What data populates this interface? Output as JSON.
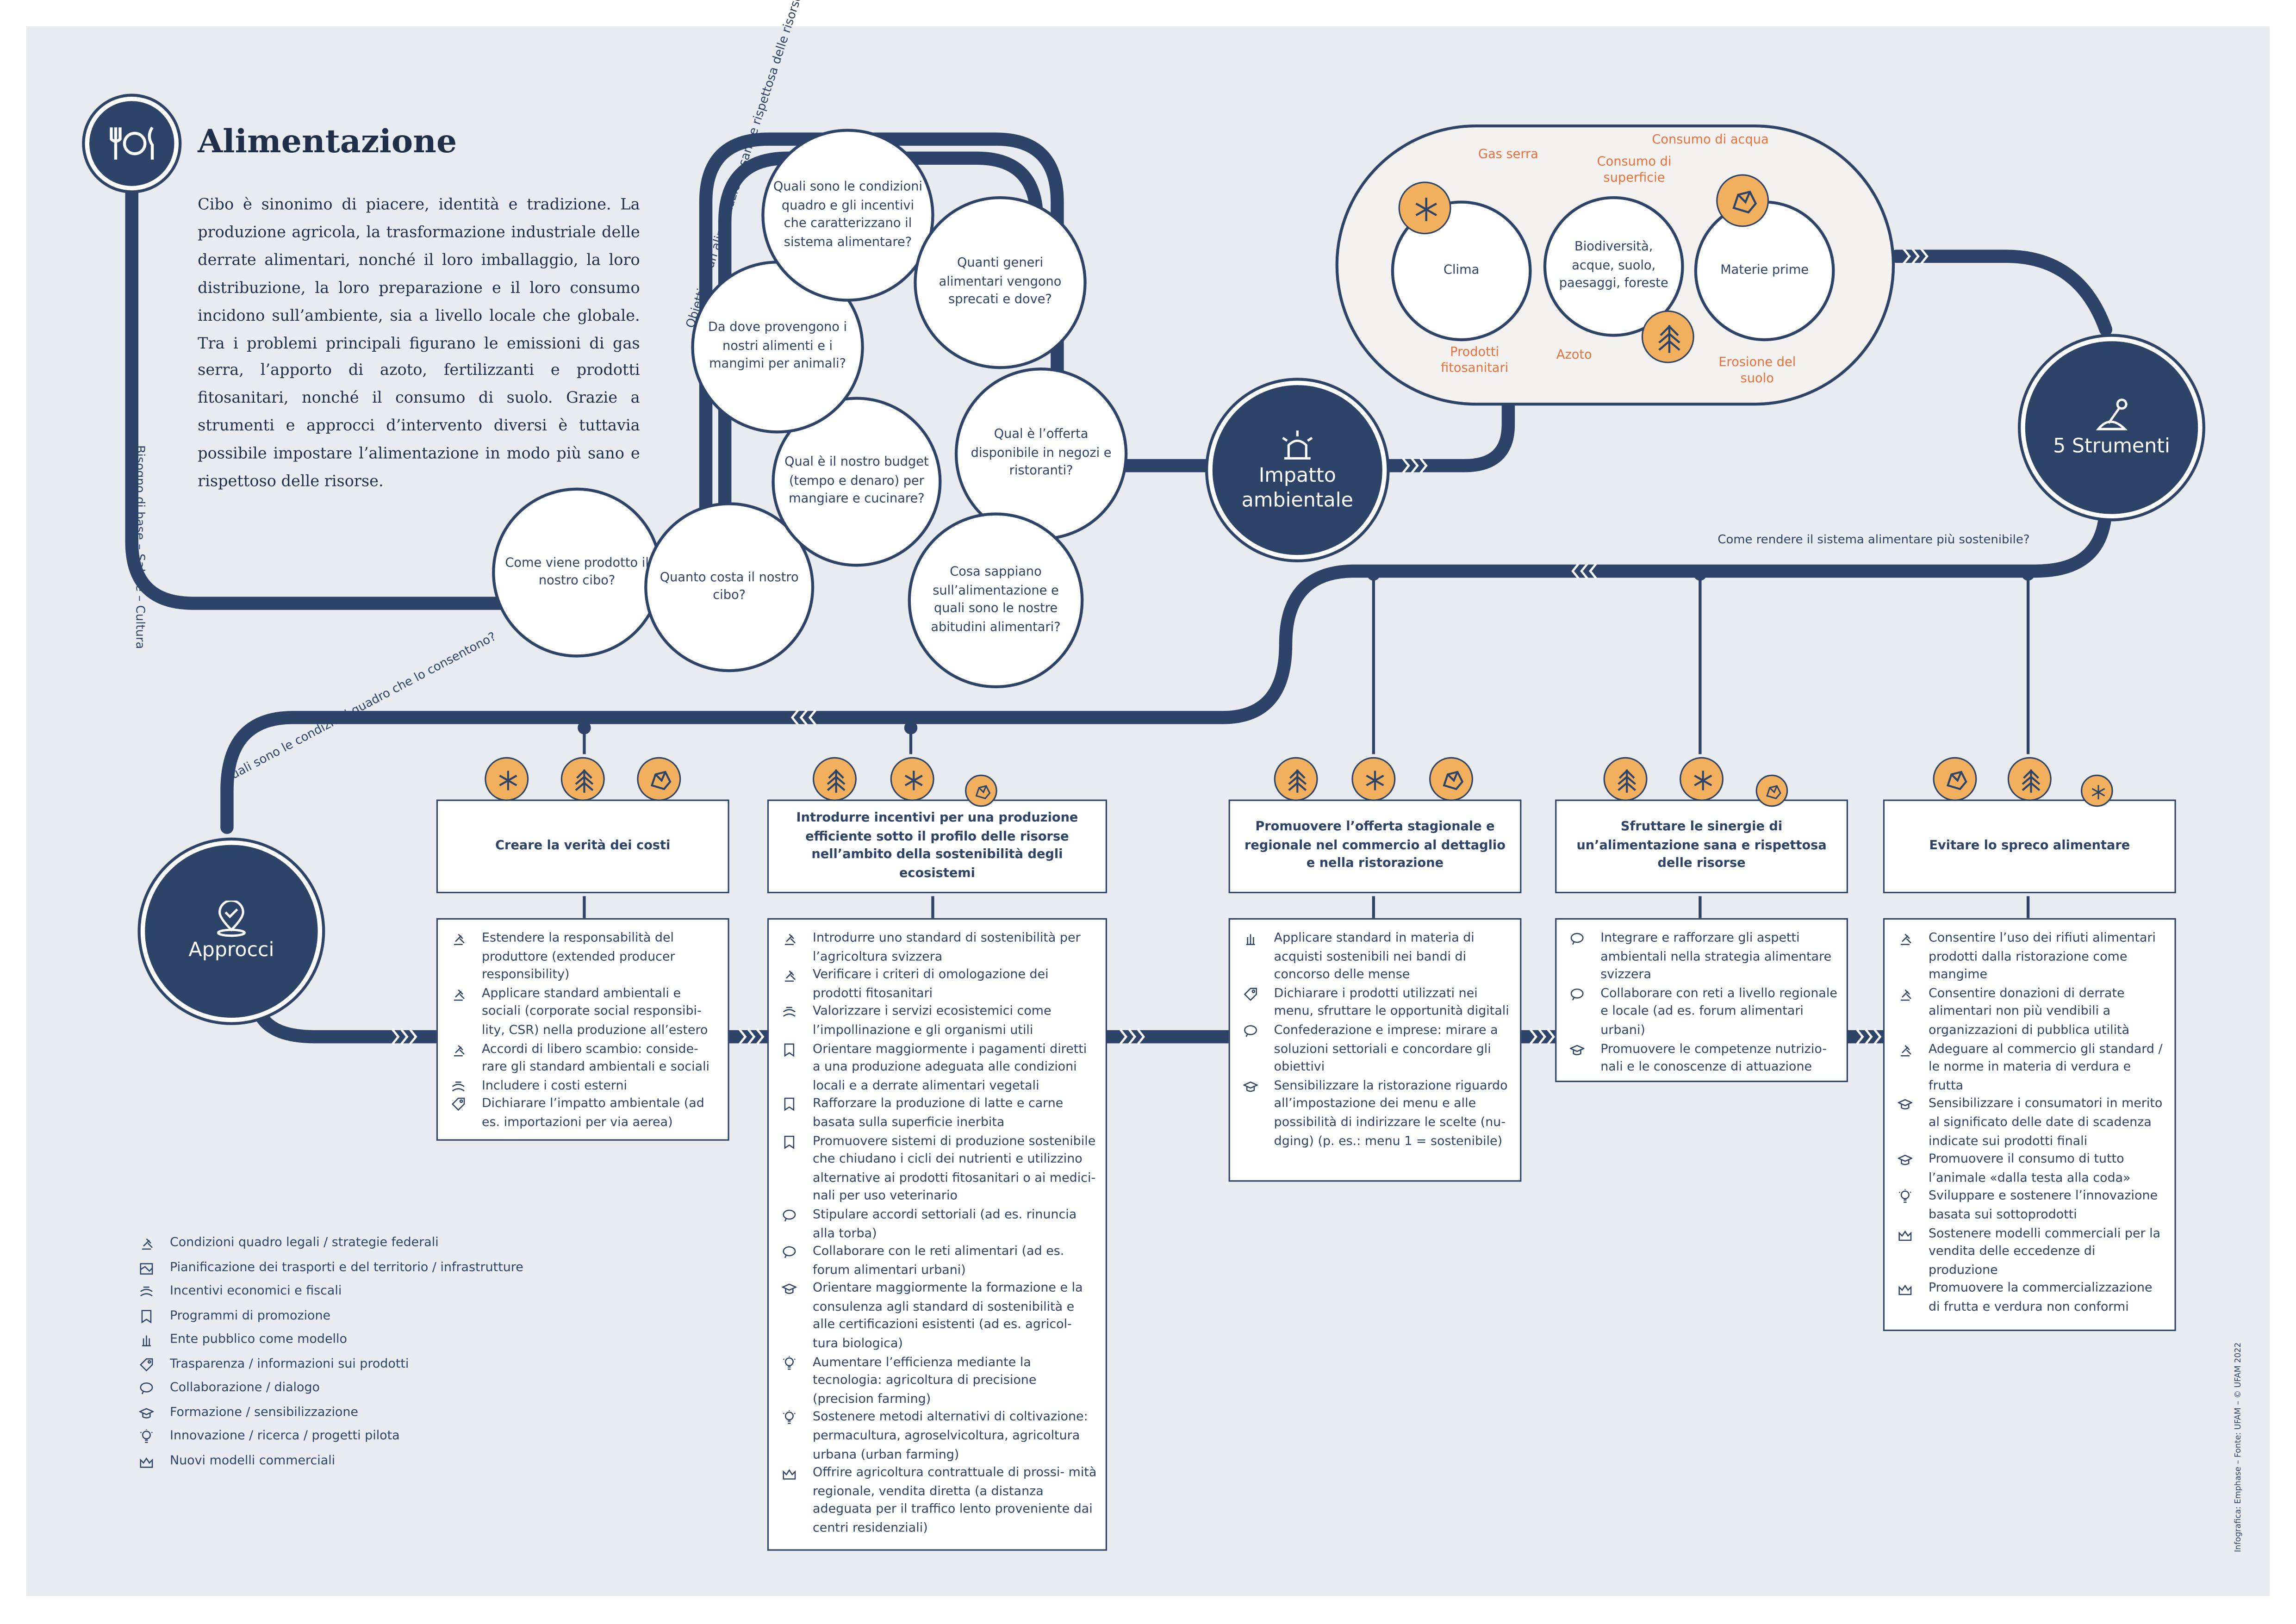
{
  "header": {
    "title": "Alimentazione",
    "intro": "Cibo è sinonimo di piacere, identità e tradizione. La produzione agricola, la trasformazione industriale delle derrate alimentari, nonché il loro imballaggio, la loro distribuzione, la loro preparazione e il loro consumo incidono sull’ambiente, sia a livello locale che globale. Tra i problemi principali figurano le emissioni di gas serra, l’apporto di azoto, fertilizzanti e prodotti fitosanitari, nonché il consumo di suolo. Grazie a strumenti e approcci d’intervento diversi è tuttavia possibile impostare l’alimentazione in modo più sano e rispettoso delle risorse."
  },
  "path_labels": {
    "need": "Bisogno di base – Salute – Cultura",
    "goal": "Obiettivo: un’alimentazione sana e rispettosa delle risorse per tutti",
    "how": "Come rendere il sistema alimentare più sostenibile?",
    "conditions": "Quali sono le condizioni quadro che lo consentono?"
  },
  "questions": [
    "Come viene prodotto il nostro cibo?",
    "Quanto costa il nostro cibo?",
    "Qual è il nostro budget (tempo e denaro) per mangiare e cucinare?",
    "Da dove provengono i nostri alimenti e i mangimi per animali?",
    "Quali sono le condizioni quadro e gli incentivi che caratterizzano il sistema alimentare?",
    "Quanti generi alimentari vengono sprecati e dove?",
    "Qual è l’offerta disponibile in negozi e ristoranti?",
    "Cosa sappiano sull’alimentazione e quali sono le nostre abitudini alimentari?"
  ],
  "hubs": {
    "impact": "Impatto ambientale",
    "tools": "5 Strumenti",
    "approaches": "Approcci"
  },
  "impact": {
    "climate": "Clima",
    "biodiversity": "Biodiversità, acque, suolo, paesaggi, foreste",
    "raw": "Materie prime",
    "labels": {
      "gas": "Gas serra",
      "land": "Consumo di superficie",
      "water": "Consumo di acqua",
      "phyto": "Prodotti fitosanitari",
      "nitrogen": "Azoto",
      "erosion": "Erosione del suolo"
    }
  },
  "tools": [
    {
      "title": "Creare la verità dei costi",
      "icons": [
        "snowflake-icon",
        "tree-icon",
        "rock-icon"
      ],
      "items": [
        {
          "cat": "legal",
          "text": "Estendere la responsabilità del produttore (extended producer responsibility)"
        },
        {
          "cat": "legal",
          "text": "Applicare standard ambientali e sociali (corporate social responsibi- lity, CSR) nella produzione all’estero"
        },
        {
          "cat": "legal",
          "text": "Accordi di libero scambio: conside- rare gli standard ambientali e sociali"
        },
        {
          "cat": "econ",
          "text": "Includere i costi esterni"
        },
        {
          "cat": "transp",
          "text": "Dichiarare l’impatto ambientale (ad es. importazioni per via aerea)"
        }
      ]
    },
    {
      "title": "Introdurre incentivi per una produzione efficiente sotto il profilo delle risorse nell’ambito della sostenibilità degli ecosistemi",
      "icons": [
        "tree-icon",
        "snowflake-icon",
        "rock-icon"
      ],
      "items": [
        {
          "cat": "legal",
          "text": "Introdurre uno standard di sostenibilità per l’agricoltura svizzera"
        },
        {
          "cat": "legal",
          "text": "Verificare i criteri di omologazione dei prodotti fitosanitari"
        },
        {
          "cat": "econ",
          "text": "Valorizzare i servizi ecosistemici come l’impollinazione e gli organismi utili"
        },
        {
          "cat": "promo",
          "text": "Orientare maggiormente i pagamenti diretti a una produzione adeguata alle condizioni locali e a derrate alimentari vegetali"
        },
        {
          "cat": "promo",
          "text": "Rafforzare la produzione di latte e carne basata sulla superficie inerbita"
        },
        {
          "cat": "promo",
          "text": "Promuovere sistemi di produzione sostenibile che chiudano i cicli dei nutrienti e utilizzino alternative ai prodotti fitosanitari o ai medici- nali per uso veterinario"
        },
        {
          "cat": "collab",
          "text": "Stipulare accordi settoriali (ad es. rinuncia alla torba)"
        },
        {
          "cat": "collab",
          "text": "Collaborare con le reti alimentari (ad es. forum alimentari urbani)"
        },
        {
          "cat": "edu",
          "text": "Orientare maggiormente la formazione e la consulenza agli standard di sostenibilità e alle certificazioni esistenti (ad es. agricol- tura biologica)"
        },
        {
          "cat": "innov",
          "text": "Aumentare l’efficienza mediante la tecnologia: agricoltura di precisione (precision farming)"
        },
        {
          "cat": "innov",
          "text": "Sostenere metodi alternativi di coltivazione: permacultura, agroselvicoltura, agricoltura urbana (urban farming)"
        },
        {
          "cat": "biz",
          "text": "Offrire agricoltura contrattuale di prossi- mità regionale, vendita diretta (a distanza adeguata per il traffico lento proveniente dai centri residenziali)"
        }
      ]
    },
    {
      "title": "Promuovere l’offerta stagionale e regionale nel commercio al dettaglio e nella ristorazione",
      "icons": [
        "tree-icon",
        "snowflake-icon",
        "rock-icon"
      ],
      "items": [
        {
          "cat": "public",
          "text": "Applicare standard in materia di acquisti sostenibili nei bandi di concorso delle mense"
        },
        {
          "cat": "transp",
          "text": "Dichiarare i prodotti utilizzati nei menu, sfruttare le opportunità digitali"
        },
        {
          "cat": "collab",
          "text": "Confederazione e imprese: mirare a soluzioni settoriali e concordare gli obiettivi"
        },
        {
          "cat": "edu",
          "text": "Sensibilizzare la ristorazione riguardo all’impostazione dei menu e alle possibilità di indirizzare le scelte (nu- dging) (p. es.: menu 1 = sostenibile)"
        }
      ]
    },
    {
      "title": "Sfruttare le sinergie di un’alimentazione sana e rispettosa delle risorse",
      "icons": [
        "tree-icon",
        "snowflake-icon",
        "rock-icon"
      ],
      "items": [
        {
          "cat": "collab",
          "text": "Integrare e rafforzare gli aspetti ambientali nella strategia alimentare svizzera"
        },
        {
          "cat": "collab",
          "text": "Collaborare con reti a livello regionale e locale (ad es. forum alimentari urbani)"
        },
        {
          "cat": "edu",
          "text": "Promuovere le competenze nutrizio- nali e le conoscenze di attuazione"
        }
      ]
    },
    {
      "title": "Evitare lo spreco alimentare",
      "icons": [
        "rock-icon",
        "tree-icon",
        "snowflake-icon"
      ],
      "items": [
        {
          "cat": "legal",
          "text": "Consentire l’uso dei rifiuti alimentari prodotti dalla ristorazione come mangime"
        },
        {
          "cat": "legal",
          "text": "Consentire donazioni di derrate alimentari non più vendibili a organizzazioni di pubblica utilità"
        },
        {
          "cat": "legal",
          "text": "Adeguare al commercio gli standard / le norme in materia di verdura e frutta"
        },
        {
          "cat": "edu",
          "text": "Sensibilizzare i consumatori in merito al significato delle date di scadenza indicate sui prodotti finali"
        },
        {
          "cat": "edu",
          "text": "Promuovere il consumo di tutto l’animale «dalla testa alla coda»"
        },
        {
          "cat": "innov",
          "text": "Sviluppare e sostenere l’innovazione basata sui sottoprodotti"
        },
        {
          "cat": "biz",
          "text": "Sostenere modelli commerciali per la vendita delle eccedenze di produzione"
        },
        {
          "cat": "biz",
          "text": "Promuovere la commercializzazione di frutta e verdura non conformi"
        }
      ]
    }
  ],
  "legend": [
    {
      "cat": "legal",
      "label": "Condizioni quadro legali / strategie federali"
    },
    {
      "cat": "plan",
      "label": "Pianificazione dei trasporti e del territorio / infrastrutture"
    },
    {
      "cat": "econ",
      "label": "Incentivi economici e fiscali"
    },
    {
      "cat": "promo",
      "label": "Programmi di promozione"
    },
    {
      "cat": "public",
      "label": "Ente pubblico come modello"
    },
    {
      "cat": "transp",
      "label": "Trasparenza / informazioni sui prodotti"
    },
    {
      "cat": "collab",
      "label": "Collaborazione / dialogo"
    },
    {
      "cat": "edu",
      "label": "Formazione / sensibilizzazione"
    },
    {
      "cat": "innov",
      "label": "Innovazione / ricerca / progetti pilota"
    },
    {
      "cat": "biz",
      "label": "Nuovi modelli commerciali"
    }
  ],
  "credit": "Infografica: Emphase – Fonte: UFAM – © UFAM 2022",
  "colors": {
    "navy": "#2d4368",
    "orange": "#f2b05e",
    "accent": "#e8703a",
    "background": "#e8ebf0"
  }
}
